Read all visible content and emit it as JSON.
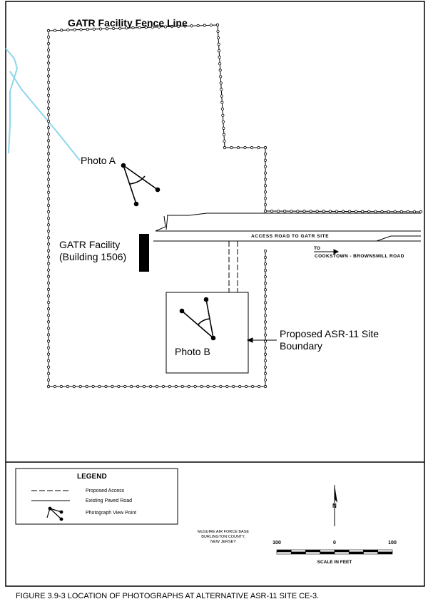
{
  "map": {
    "fence_label": "GATR Facility Fence Line",
    "photo_a": "Photo A",
    "photo_b": "Photo B",
    "facility_line1": "GATR Facility",
    "facility_line2": "(Building 1506)",
    "road_label": "ACCESS  ROAD  TO  GATR  SITE",
    "to_label": "TO",
    "cookstown_label": "COOKSTOWN - BROWNSMILL  ROAD",
    "site_line1": "Proposed ASR-11 Site",
    "site_line2": "Boundary"
  },
  "legend": {
    "title": "LEGEND",
    "items": [
      {
        "label": "Proposed Access"
      },
      {
        "label": "Existing Paved Road"
      },
      {
        "label": "Photograph View Point"
      }
    ]
  },
  "location": {
    "line1": "McGUIRE AIR FORCE BASE",
    "line2": "BURLINGTON COUNTY,",
    "line3": "NEW JERSEY"
  },
  "north_arrow": {
    "letter": "N"
  },
  "scale": {
    "ticks": [
      "100",
      "0",
      "100"
    ],
    "caption": "SCALE IN FEET"
  },
  "figure_caption": "FIGURE 3.9-3  LOCATION OF PHOTOGRAPHS AT ALTERNATIVE ASR-11 SITE CE-3.",
  "side_text": "",
  "colors": {
    "stream": "#8fd6ec",
    "ink": "#000000",
    "paper": "#ffffff"
  }
}
